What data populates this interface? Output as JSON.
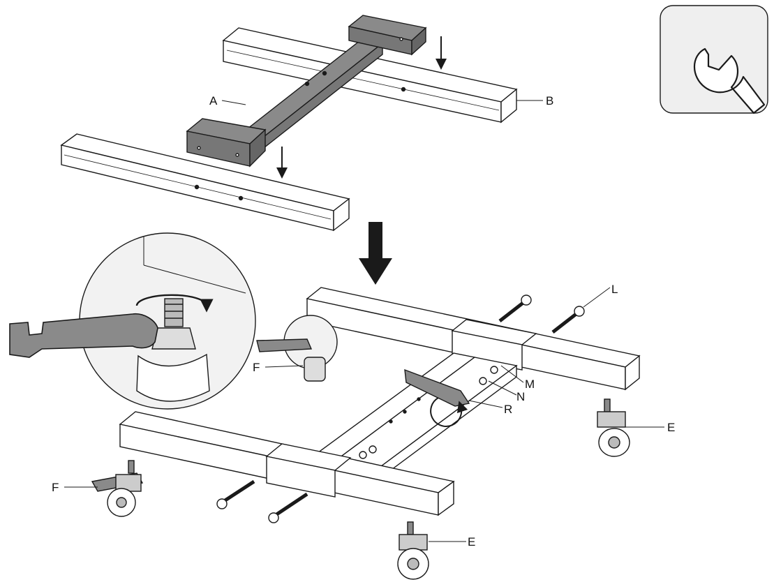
{
  "labels": {
    "A": "A",
    "B": "B",
    "F_top": "F",
    "F_bottom": "F",
    "L": "L",
    "M": "M",
    "N": "N",
    "R": "R",
    "E_right": "E",
    "E_bottom": "E"
  },
  "icons": {
    "tool_badge": "wrench-icon",
    "detail": "magnifier-detail-icon"
  },
  "colors": {
    "line": "#1a1a1a",
    "metal": "#8a8a8a",
    "metal_dark": "#666666",
    "badge_bg": "#efefef",
    "detail_bg": "#f2f2f2"
  }
}
